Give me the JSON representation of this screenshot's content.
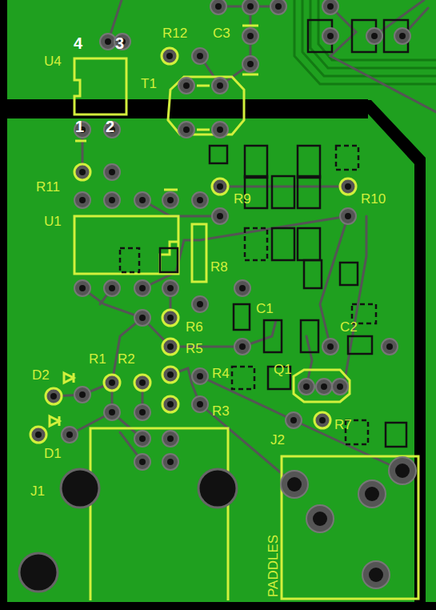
{
  "diagram": {
    "labels": [
      "4",
      "3",
      "U4",
      "R12",
      "C3",
      "T1",
      "1",
      "2",
      "R11",
      "U1",
      "R9",
      "R10",
      "R8",
      "C1",
      "C2",
      "R6",
      "R5",
      "R4",
      "R3",
      "Q1",
      "R7",
      "R1",
      "R2",
      "D2",
      "D1",
      "J2",
      "J1",
      "PADDLES"
    ]
  }
}
